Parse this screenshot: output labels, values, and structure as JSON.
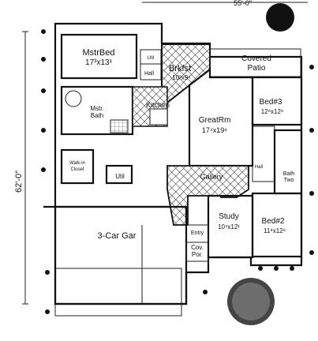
{
  "dimensions": {
    "depth": "62'-0\"",
    "width_partial": "55'-0\""
  },
  "rooms": {
    "master_bed": {
      "name": "MstrBed",
      "size": "17³x13¹"
    },
    "util": {
      "name": "Util"
    },
    "hall_top": {
      "name": "Hall"
    },
    "brkfst": {
      "name": "Brkfst",
      "size": "10³x9⁴"
    },
    "covered_patio": {
      "name": "Covered",
      "name2": "Patio"
    },
    "master_bath": {
      "name": "Mstr.",
      "name2": "Bath"
    },
    "kitchen": {
      "name": "Kitchen"
    },
    "great_room": {
      "name": "GreatRm",
      "size": "17⁴x19⁸"
    },
    "bed3": {
      "name": "Bed#3",
      "size": "12⁸x12⁸"
    },
    "walk_in_closet": {
      "name": "Walk-in",
      "name2": "Closet"
    },
    "util_lower": {
      "name": "Util"
    },
    "gallery": {
      "name": "Gallery"
    },
    "hall_right": {
      "name": "Hall"
    },
    "bath_two": {
      "name": "Bath",
      "name2": "Two"
    },
    "study": {
      "name": "Study",
      "size": "10⁴x12¹"
    },
    "bed2": {
      "name": "Bed#2",
      "size": "11⁸x12⁸"
    },
    "entry": {
      "name": "Entry"
    },
    "garage": {
      "name": "3-Car Gar"
    },
    "cov_porch": {
      "name": "Cov.",
      "name2": "Por."
    }
  },
  "colors": {
    "ink": "#111111",
    "hatch": "#222222",
    "background": "#ffffff"
  }
}
